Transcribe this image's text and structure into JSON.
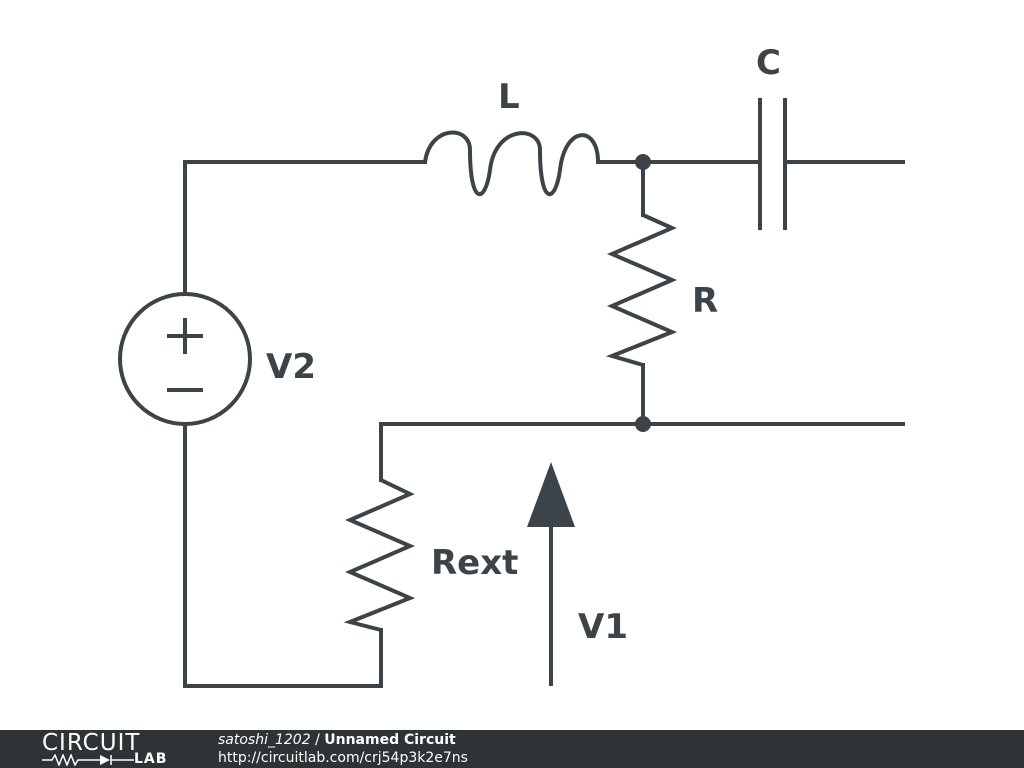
{
  "components": {
    "inductor": "L",
    "capacitor": "C",
    "resistor": "R",
    "voltage_source": "V2",
    "external_resistor": "Rext",
    "voltage_arrow": "V1",
    "source_plus": "+",
    "source_minus": "−"
  },
  "footer": {
    "brand_top": "CIRCUIT",
    "brand_bottom": "LAB",
    "user": "satoshi_1202",
    "separator": " / ",
    "circuit_title": "Unnamed Circuit",
    "url": "http://circuitlab.com/crj54p3k2e7ns"
  },
  "colors": {
    "ink": "#3d4449",
    "footer_bg": "#2e3336",
    "footer_text": "#ffffff"
  }
}
